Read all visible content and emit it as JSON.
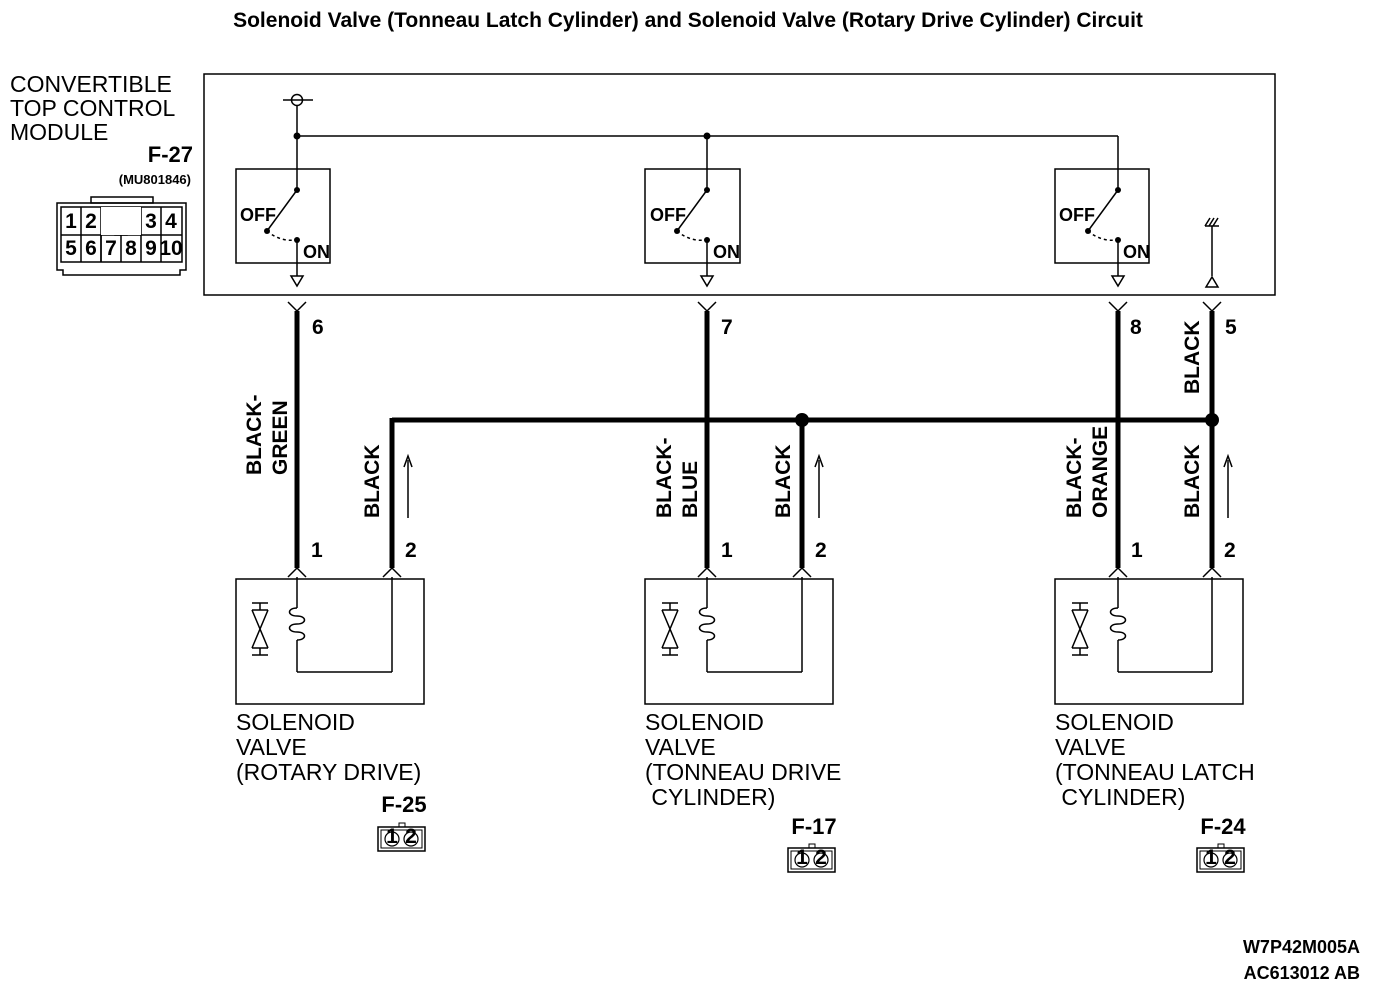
{
  "title": "Solenoid Valve (Tonneau Latch Cylinder) and Solenoid Valve (Rotary Drive Cylinder) Circuit",
  "module": {
    "name_lines": [
      "CONVERTIBLE",
      "TOP CONTROL",
      "MODULE"
    ],
    "connector": "F-27",
    "part_number": "(MU801846)",
    "pins_top": [
      "1",
      "2",
      "3",
      "4"
    ],
    "pins_bottom": [
      "5",
      "6",
      "7",
      "8",
      "9",
      "10"
    ]
  },
  "switches": [
    {
      "off": "OFF",
      "on": "ON",
      "pin": "6",
      "wire": [
        "BLACK-",
        "GREEN"
      ]
    },
    {
      "off": "OFF",
      "on": "ON",
      "pin": "7",
      "wire": [
        "BLACK-",
        "BLUE"
      ]
    },
    {
      "off": "OFF",
      "on": "ON",
      "pin": "8",
      "wire": [
        "BLACK-",
        "ORANGE"
      ]
    }
  ],
  "ground": {
    "pin": "5",
    "wire": "BLACK"
  },
  "return_wires": [
    "BLACK",
    "BLACK",
    "BLACK"
  ],
  "valves": [
    {
      "lines": [
        "SOLENOID",
        "VALVE",
        "(ROTARY DRIVE)"
      ],
      "connector": "F-25",
      "pin1": "1",
      "pin2": "2",
      "conn_pins": [
        "1",
        "2"
      ]
    },
    {
      "lines": [
        "SOLENOID",
        "VALVE",
        "(TONNEAU DRIVE",
        " CYLINDER)"
      ],
      "connector": "F-17",
      "pin1": "1",
      "pin2": "2",
      "conn_pins": [
        "1",
        "2"
      ]
    },
    {
      "lines": [
        "SOLENOID",
        "VALVE",
        "(TONNEAU LATCH",
        " CYLINDER)"
      ],
      "connector": "F-24",
      "pin1": "1",
      "pin2": "2",
      "conn_pins": [
        "1",
        "2"
      ]
    }
  ],
  "footer": {
    "code1": "W7P42M005A",
    "code2": "AC613012 AB"
  }
}
